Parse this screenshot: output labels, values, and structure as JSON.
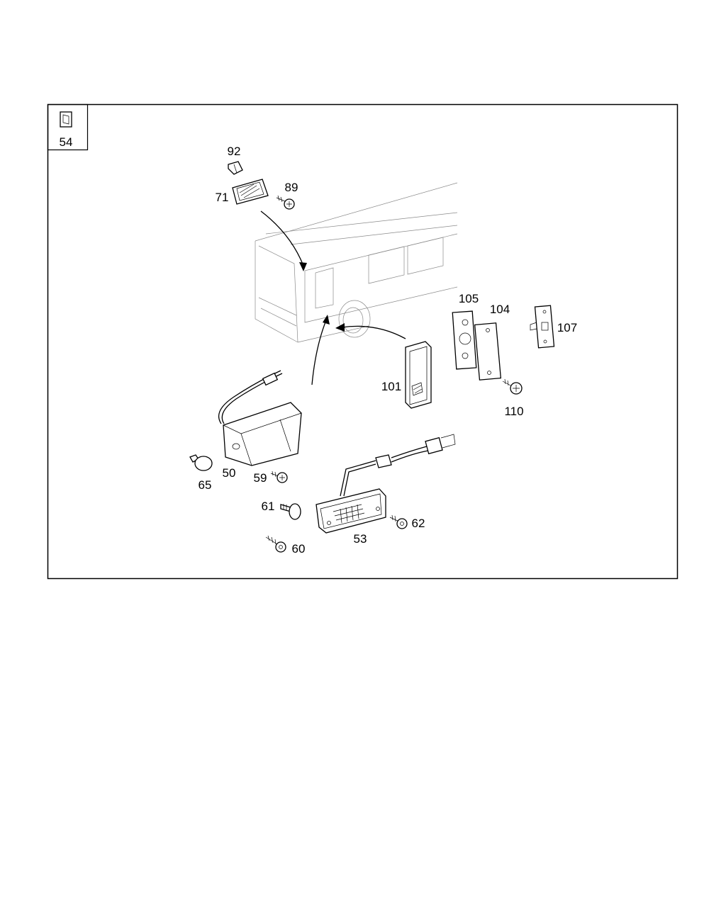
{
  "group": {
    "number": "54",
    "icon": "switch-icon"
  },
  "parts": [
    {
      "id": "92"
    },
    {
      "id": "71"
    },
    {
      "id": "89"
    },
    {
      "id": "105"
    },
    {
      "id": "104"
    },
    {
      "id": "107"
    },
    {
      "id": "101"
    },
    {
      "id": "110"
    },
    {
      "id": "65"
    },
    {
      "id": "50"
    },
    {
      "id": "59"
    },
    {
      "id": "61"
    },
    {
      "id": "62"
    },
    {
      "id": "53"
    },
    {
      "id": "60"
    }
  ]
}
